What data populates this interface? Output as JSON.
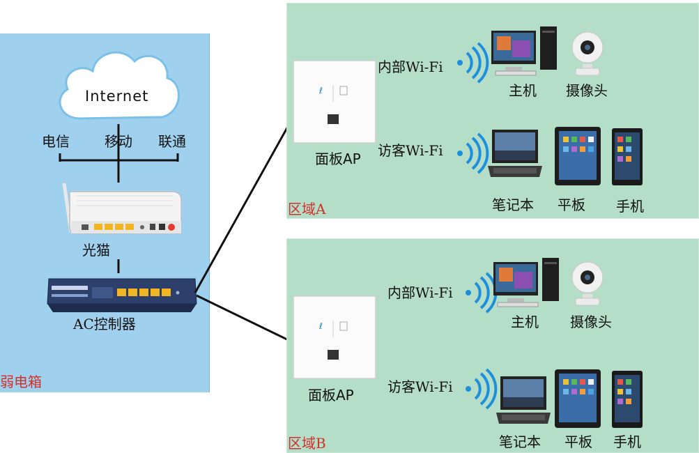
{
  "weak_box": {
    "title": "弱电箱",
    "internet": "Internet",
    "isps": [
      "电信",
      "移动",
      "联通"
    ],
    "modem": "光猫",
    "controller": "AC控制器"
  },
  "zone_a": {
    "title": "区域A",
    "ap": "面板AP",
    "internal_wifi": "内部Wi-Fi",
    "guest_wifi": "访客Wi-Fi",
    "devices_internal": [
      "主机",
      "摄像头"
    ],
    "devices_guest": [
      "笔记本",
      "平板",
      "手机"
    ]
  },
  "zone_b": {
    "title": "区域B",
    "ap": "面板AP",
    "internal_wifi": "内部Wi-Fi",
    "guest_wifi": "访客Wi-Fi",
    "devices_internal": [
      "主机",
      "摄像头"
    ],
    "devices_guest": [
      "笔记本",
      "平板",
      "手机"
    ]
  },
  "colors": {
    "weak_box_bg": "#9fd0ee",
    "zone_bg": "#b4dec8",
    "zone_label": "#d2302a",
    "wifi_signal": "#1e8fdc"
  }
}
